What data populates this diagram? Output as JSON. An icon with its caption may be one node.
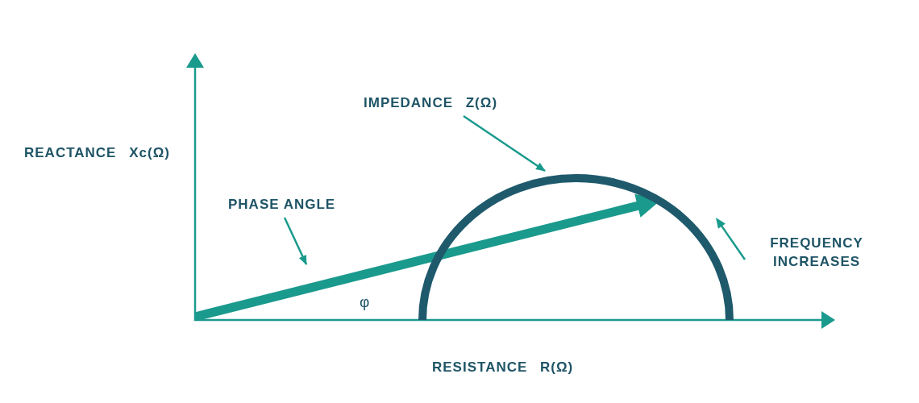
{
  "diagram": {
    "nodes": [
      {
        "text": [
          "IMPEDANCE Z(Ω)"
        ]
      },
      {
        "text": [],
        "shape": "semicircle"
      },
      {
        "text": [
          "PHASE ANGLE"
        ]
      }
    ],
    "edges": [
      {
        "from": 0,
        "to": 1,
        "arrow": "to"
      },
      {
        "from": 2,
        "to": null,
        "arrow": "to"
      }
    ],
    "labels": [
      "REACTANCE Xc(Ω)",
      "FREQUENCY INCREASES",
      "φ",
      "RESISTANCE R(Ω)"
    ]
  }
}
